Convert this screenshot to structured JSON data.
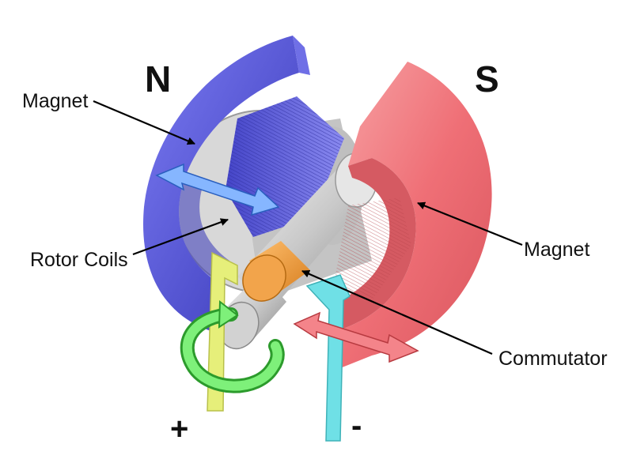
{
  "labels": {
    "north": "N",
    "south": "S",
    "magnet_left": "Magnet",
    "magnet_right": "Magnet",
    "rotor_coils": "Rotor Coils",
    "commutator": "Commutator",
    "plus": "+",
    "minus": "-"
  },
  "colors": {
    "north_magnet": "#5a5ad6",
    "south_magnet": "#ef7076",
    "field_arrow_left": "#7fb0ff",
    "field_arrow_right": "#f4848a",
    "rotation_arrow": "#6ee36b",
    "commutator": "#f0a040",
    "brush_plus": "#e6ef7a",
    "brush_minus": "#6fe0e6",
    "shaft": "#bdbdbd"
  }
}
